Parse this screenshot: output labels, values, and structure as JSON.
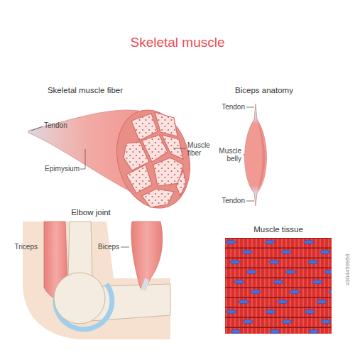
{
  "diagram": {
    "title": "Skeletal muscle",
    "labels": [
      "Skeletal muscle fiber",
      "Tendon",
      "Epimysium",
      "Muscle fiber",
      "Biceps anatomy",
      "Tendon",
      "Muscle belly",
      "Tendon",
      "Elbow joint",
      "Triceps",
      "Biceps",
      "Muscle tissue",
      "#304459956"
    ]
  }
}
